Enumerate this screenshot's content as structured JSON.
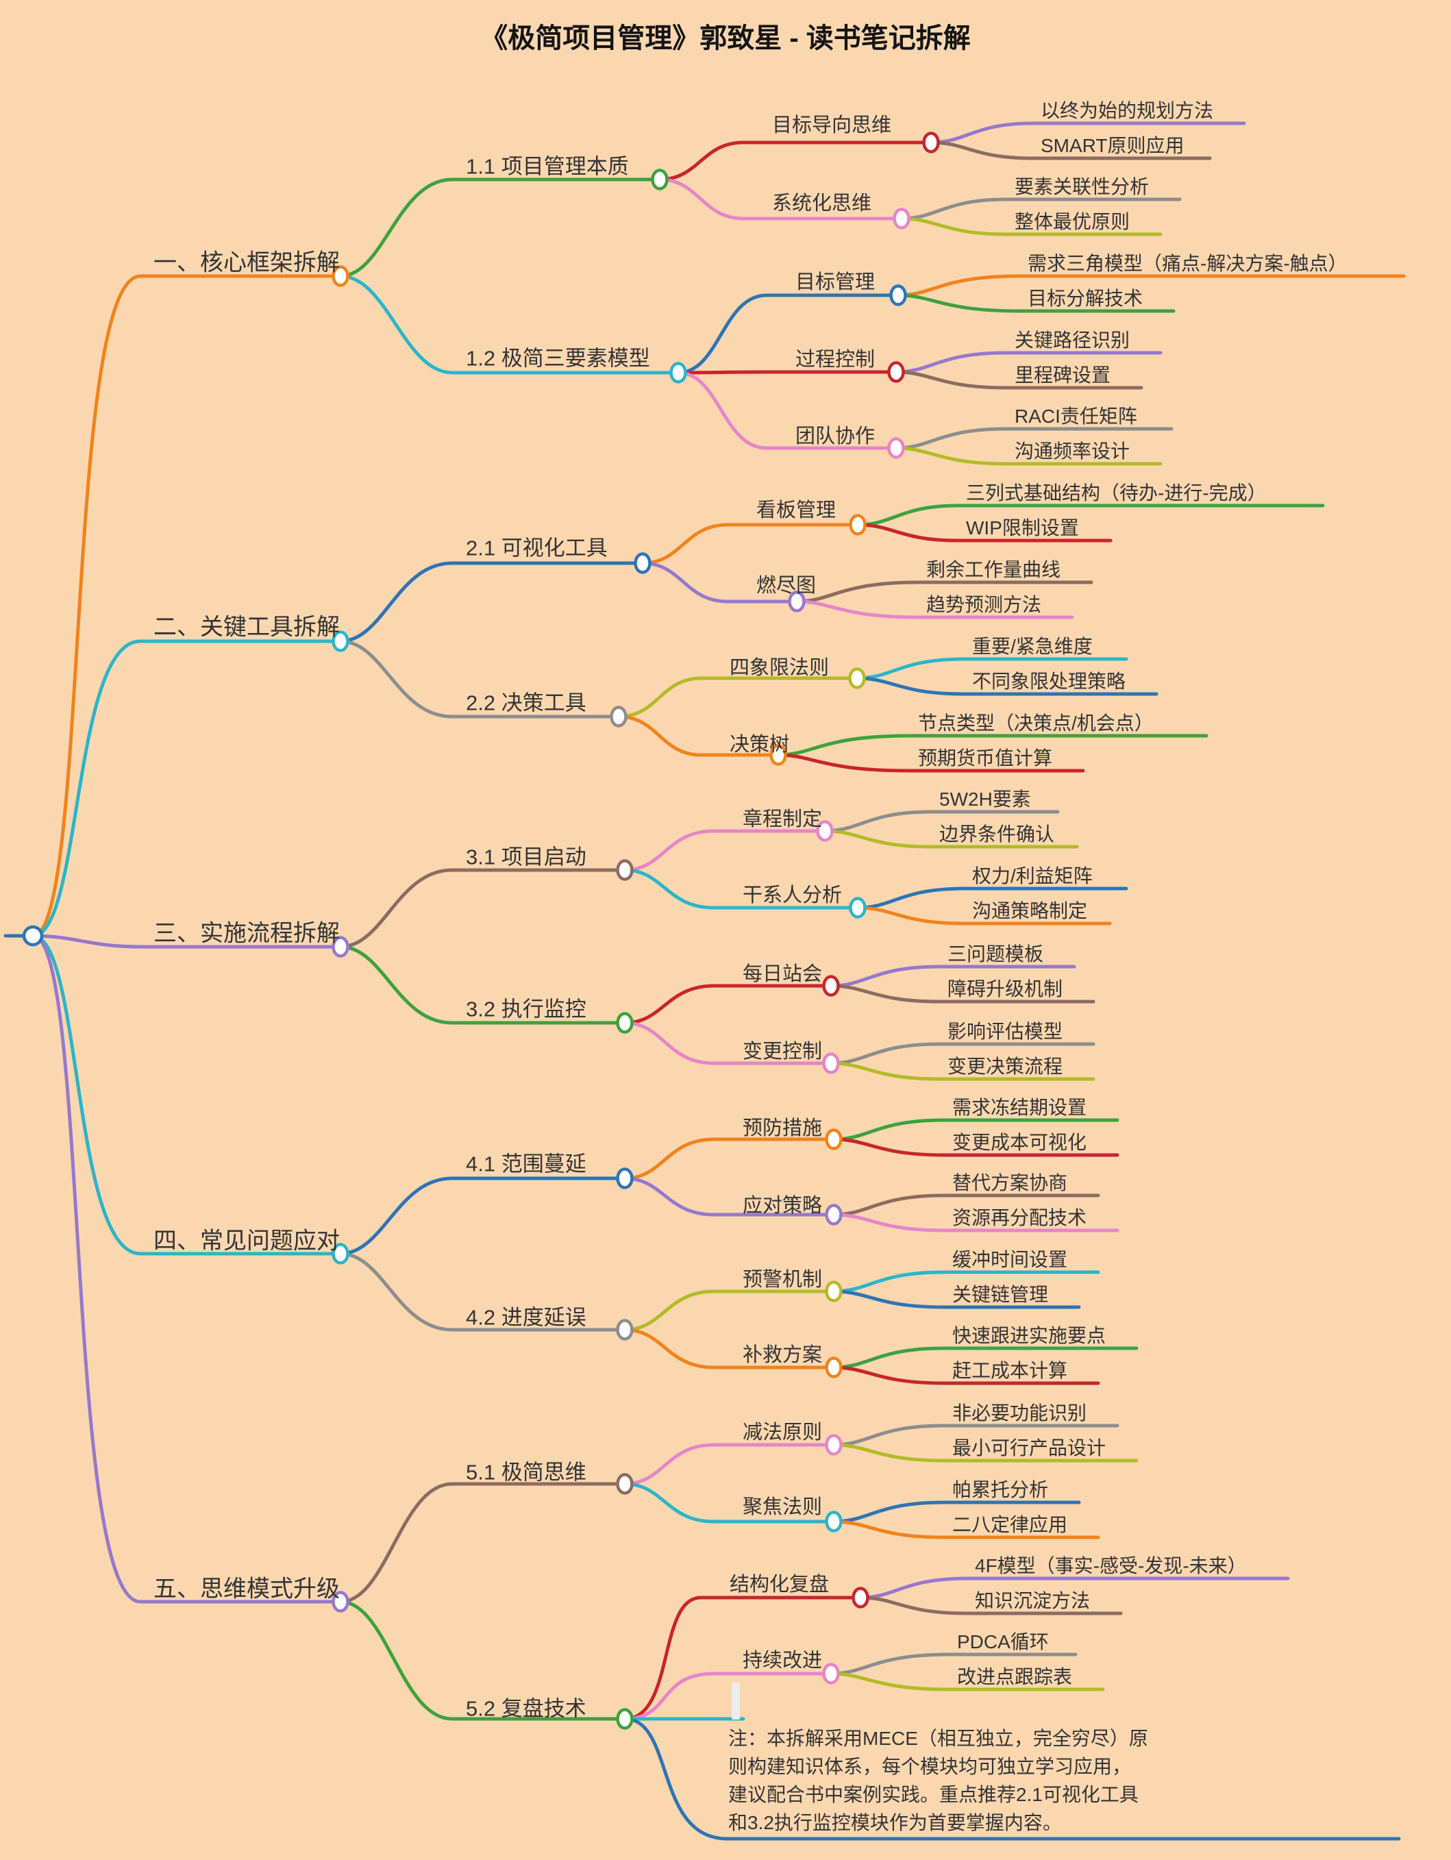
{
  "title": "《极简项目管理》郭致星 - 读书笔记拆解",
  "palette": {
    "background": "#fbd7b0",
    "text": "#333333",
    "orange": "#f0831c",
    "cyan": "#2cb5c8",
    "purple": "#9678cd",
    "green": "#3da23d",
    "blue": "#2e74b5",
    "red": "#c8252c",
    "pink": "#e685c9",
    "brown": "#8b6c60",
    "gray": "#8d8d8d",
    "olive": "#b2bc26"
  },
  "b": [
    {
      "label": "一、核心框架拆解",
      "c": [
        {
          "label": "1.1 项目管理本质",
          "c": [
            {
              "label": "目标导向思维",
              "c": [
                {
                  "label": "以终为始的规划方法"
                },
                {
                  "label": "SMART原则应用"
                }
              ]
            },
            {
              "label": "系统化思维",
              "c": [
                {
                  "label": "要素关联性分析"
                },
                {
                  "label": "整体最优原则"
                }
              ]
            }
          ]
        },
        {
          "label": "1.2 极简三要素模型",
          "c": [
            {
              "label": "目标管理",
              "c": [
                {
                  "label": "需求三角模型（痛点-解决方案-触点）"
                },
                {
                  "label": "目标分解技术"
                }
              ]
            },
            {
              "label": "过程控制",
              "c": [
                {
                  "label": "关键路径识别"
                },
                {
                  "label": "里程碑设置"
                }
              ]
            },
            {
              "label": "团队协作",
              "c": [
                {
                  "label": "RACI责任矩阵"
                },
                {
                  "label": "沟通频率设计"
                }
              ]
            }
          ]
        }
      ]
    },
    {
      "label": "二、关键工具拆解",
      "c": [
        {
          "label": "2.1 可视化工具",
          "c": [
            {
              "label": "看板管理",
              "c": [
                {
                  "label": "三列式基础结构（待办-进行-完成）"
                },
                {
                  "label": "WIP限制设置"
                }
              ]
            },
            {
              "label": "燃尽图",
              "c": [
                {
                  "label": "剩余工作量曲线"
                },
                {
                  "label": "趋势预测方法"
                }
              ]
            }
          ]
        },
        {
          "label": "2.2 决策工具",
          "c": [
            {
              "label": "四象限法则",
              "c": [
                {
                  "label": "重要/紧急维度"
                },
                {
                  "label": "不同象限处理策略"
                }
              ]
            },
            {
              "label": "决策树",
              "c": [
                {
                  "label": "节点类型（决策点/机会点）"
                },
                {
                  "label": "预期货币值计算"
                }
              ]
            }
          ]
        }
      ]
    },
    {
      "label": "三、实施流程拆解",
      "c": [
        {
          "label": "3.1 项目启动",
          "c": [
            {
              "label": "章程制定",
              "c": [
                {
                  "label": "5W2H要素"
                },
                {
                  "label": "边界条件确认"
                }
              ]
            },
            {
              "label": "干系人分析",
              "c": [
                {
                  "label": "权力/利益矩阵"
                },
                {
                  "label": "沟通策略制定"
                }
              ]
            }
          ]
        },
        {
          "label": "3.2 执行监控",
          "c": [
            {
              "label": "每日站会",
              "c": [
                {
                  "label": "三问题模板"
                },
                {
                  "label": "障碍升级机制"
                }
              ]
            },
            {
              "label": "变更控制",
              "c": [
                {
                  "label": "影响评估模型"
                },
                {
                  "label": "变更决策流程"
                }
              ]
            }
          ]
        }
      ]
    },
    {
      "label": "四、常见问题应对",
      "c": [
        {
          "label": "4.1 范围蔓延",
          "c": [
            {
              "label": "预防措施",
              "c": [
                {
                  "label": "需求冻结期设置"
                },
                {
                  "label": "变更成本可视化"
                }
              ]
            },
            {
              "label": "应对策略",
              "c": [
                {
                  "label": "替代方案协商"
                },
                {
                  "label": "资源再分配技术"
                }
              ]
            }
          ]
        },
        {
          "label": "4.2 进度延误",
          "c": [
            {
              "label": "预警机制",
              "c": [
                {
                  "label": "缓冲时间设置"
                },
                {
                  "label": "关键链管理"
                }
              ]
            },
            {
              "label": "补救方案",
              "c": [
                {
                  "label": "快速跟进实施要点"
                },
                {
                  "label": "赶工成本计算"
                }
              ]
            }
          ]
        }
      ]
    },
    {
      "label": "五、思维模式升级",
      "c": [
        {
          "label": "5.1 极简思维",
          "c": [
            {
              "label": "减法原则",
              "c": [
                {
                  "label": "非必要功能识别"
                },
                {
                  "label": "最小可行产品设计"
                }
              ]
            },
            {
              "label": "聚焦法则",
              "c": [
                {
                  "label": "帕累托分析"
                },
                {
                  "label": "二八定律应用"
                }
              ]
            }
          ]
        },
        {
          "label": "5.2 复盘技术",
          "c": [
            {
              "label": "结构化复盘",
              "c": [
                {
                  "label": "4F模型（事实-感受-发现-未来）"
                },
                {
                  "label": "知识沉淀方法"
                }
              ]
            },
            {
              "label": "持续改进",
              "c": [
                {
                  "label": "PDCA循环"
                },
                {
                  "label": "改进点跟踪表"
                }
              ]
            }
          ]
        }
      ]
    }
  ],
  "note": {
    "lines": [
      "注：本拆解采用MECE（相互独立，完全穷尽）原",
      "则构建知识体系，每个模块均可独立学习应用，",
      "建议配合书中案例实践。重点推荐2.1可视化工具",
      "和3.2执行监控模块作为首要掌握内容。"
    ]
  }
}
